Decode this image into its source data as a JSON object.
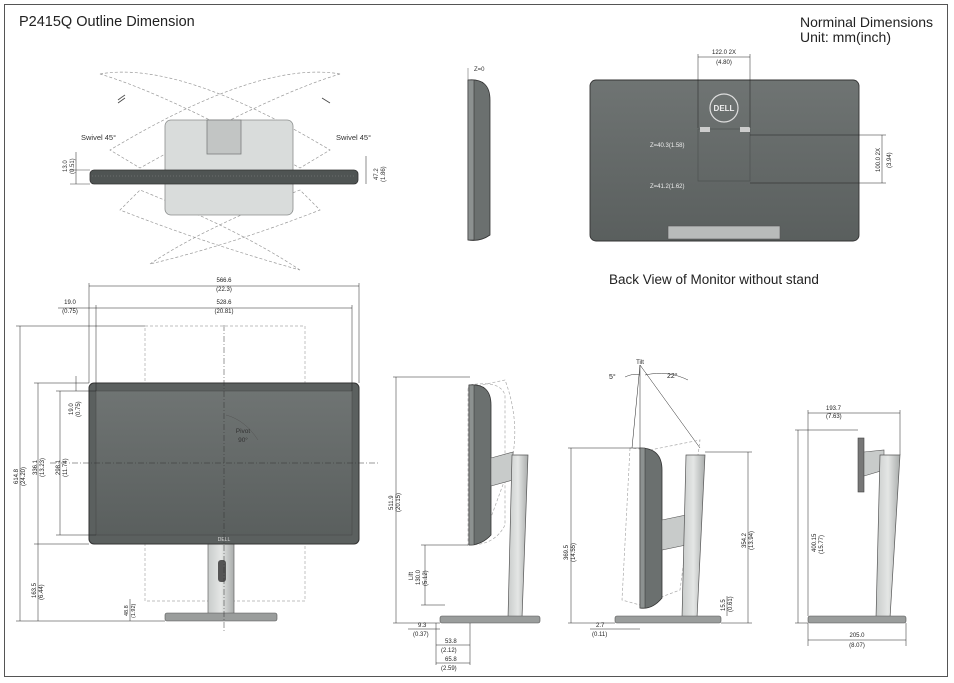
{
  "header": {
    "title": "P2415Q Outline Dimension",
    "units_line1": "Norminal Dimensions",
    "units_line2": "Unit: mm(inch)"
  },
  "caption": "Back View of Monitor without stand",
  "top_view": {
    "swivel_left": "Swivel 45°",
    "swivel_right": "Swivel 45°",
    "dim_left_mm": "13.0",
    "dim_left_in": "(0.51)",
    "dim_right_mm": "47.2",
    "dim_right_in": "(1.86)"
  },
  "side_top": {
    "label": "Z=0"
  },
  "back_view": {
    "brand": "DELL",
    "vesa_h_mm": "122.0 2X",
    "vesa_h_in": "(4.80)",
    "vesa_v_mm": "100.0 2X",
    "vesa_v_in": "(3.94)",
    "z1": "Z=40.3(1.58)",
    "z2": "Z=41.2(1.62)"
  },
  "front_view": {
    "brand": "DELL",
    "pivot_label": "Pivot",
    "pivot_angle": "90°",
    "overall_width_mm": "566.6",
    "overall_width_in": "(22.3)",
    "panel_width_mm": "528.6",
    "panel_width_in": "(20.81)",
    "bezel_mm": "19.0",
    "bezel_in": "(0.75)",
    "bezel_top_mm": "19.0",
    "bezel_top_in": "(0.75)",
    "max_height_mm": "614.8",
    "max_height_in": "(24.20)",
    "head_height_mm": "336.1",
    "head_height_in": "(13.23)",
    "panel_height_mm": "298.1",
    "panel_height_in": "(11.74)",
    "stand_height_mm": "163.5",
    "stand_height_in": "(6.44)",
    "base_h_mm": "48.8",
    "base_h_in": "(1.92)"
  },
  "side_lift": {
    "height_mm": "511.9",
    "height_in": "(20.15)",
    "lift_label": "Lift",
    "lift_mm": "130.0",
    "lift_in": "(5.12)",
    "d1_mm": "9.3",
    "d1_in": "(0.37)",
    "d2_mm": "53.8",
    "d2_in": "(2.12)",
    "d3_mm": "65.8",
    "d3_in": "(2.59)"
  },
  "side_tilt": {
    "tilt_label": "Tilt",
    "angle_fwd": "5°",
    "angle_back": "22°",
    "height_mm": "369.5",
    "height_in": "(14.55)",
    "stand_mm": "354.2",
    "stand_in": "(13.94)",
    "foot_mm": "15.5",
    "foot_in": "(0.61)",
    "offset_mm": "2.7",
    "offset_in": "(0.11)"
  },
  "stand_view": {
    "top_w_mm": "193.7",
    "top_w_in": "(7.63)",
    "height_mm": "400.15",
    "height_in": "(15.77)",
    "base_w_mm": "205.0",
    "base_w_in": "(8.07)"
  }
}
